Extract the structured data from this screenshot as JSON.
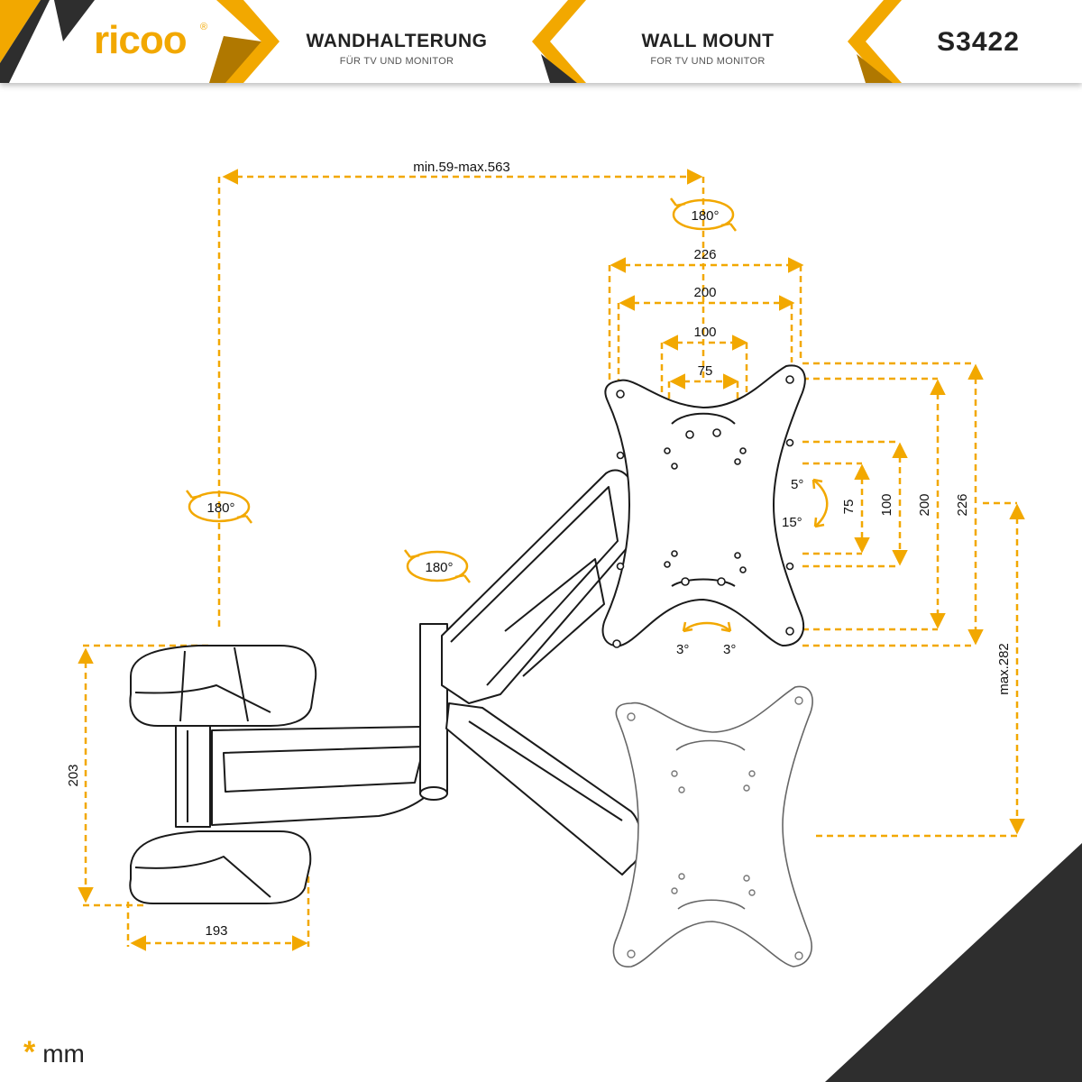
{
  "header": {
    "brand": "ricoo",
    "brand_mark": "®",
    "title_de": "WANDHALTERUNG",
    "subtitle_de": "FÜR TV UND MONITOR",
    "title_en": "WALL MOUNT",
    "subtitle_en": "FOR TV UND MONITOR",
    "model": "S3422"
  },
  "dimensions": {
    "arm_extension": "min.59-max.563",
    "rotate_top": "180°",
    "rotate_left": "180°",
    "rotate_arm": "180°",
    "vesa_width_226": "226",
    "vesa_width_200": "200",
    "vesa_width_100": "100",
    "vesa_width_75": "75",
    "vesa_height_75": "75",
    "vesa_height_100": "100",
    "vesa_height_200": "200",
    "vesa_height_226": "226",
    "tilt_up": "5°",
    "tilt_down": "15°",
    "swivel_left": "3°",
    "swivel_right": "3°",
    "height_drop": "max.282",
    "wall_plate_height": "203",
    "wall_plate_width": "193"
  },
  "footer": {
    "marker": "*",
    "unit": "mm"
  },
  "colors": {
    "accent": "#f2a800",
    "accent_dark": "#b07800",
    "line": "#1a1a1a",
    "banner_dark": "#2e2e2e"
  }
}
